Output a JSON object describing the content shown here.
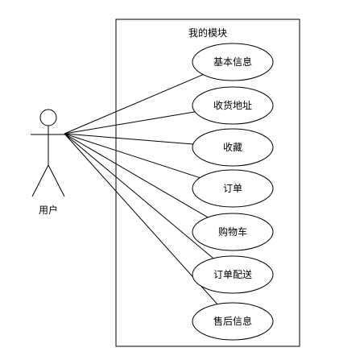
{
  "diagram": {
    "system_title": "我的模块",
    "actor_label": "用户",
    "use_cases": [
      {
        "label": "基本信息"
      },
      {
        "label": "收货地址"
      },
      {
        "label": "收藏"
      },
      {
        "label": "订单"
      },
      {
        "label": "购物车"
      },
      {
        "label": "订单配送"
      },
      {
        "label": "售后信息"
      }
    ]
  }
}
